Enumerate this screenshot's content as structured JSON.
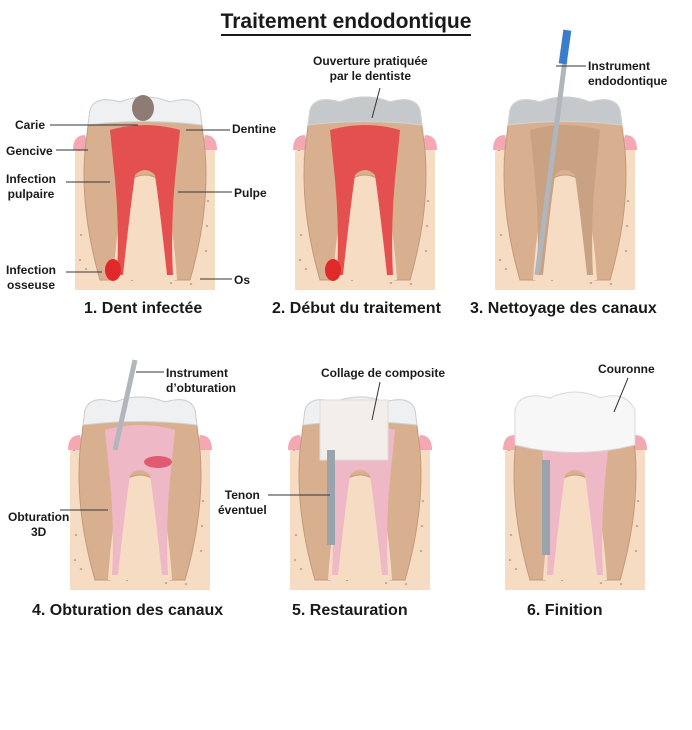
{
  "title": "Traitement endodontique",
  "steps": [
    {
      "caption": "1. Dent infectée"
    },
    {
      "caption": "2. Début du traitement"
    },
    {
      "caption": "3. Nettoyage des canaux"
    },
    {
      "caption": "4. Obturation des canaux"
    },
    {
      "caption": "5. Restauration"
    },
    {
      "caption": "6. Finition"
    }
  ],
  "labels": {
    "carie": "Carie",
    "gencive": "Gencive",
    "infection_pulpaire": [
      "Infection",
      "pulpaire"
    ],
    "infection_osseuse": [
      "Infection",
      "osseuse"
    ],
    "dentine": "Dentine",
    "pulpe": "Pulpe",
    "os": "Os",
    "ouverture": [
      "Ouverture pratiquée",
      "par le dentiste"
    ],
    "instrument_endo": [
      "Instrument",
      "endodontique"
    ],
    "instrument_obt": [
      "Instrument",
      "d’obturation"
    ],
    "obturation_3d": [
      "Obturation",
      "3D"
    ],
    "collage": "Collage de composite",
    "tenon": [
      "Tenon",
      "éventuel"
    ],
    "couronne": "Couronne"
  },
  "colors": {
    "bone": "#f7dcc4",
    "gum": "#f4a8b3",
    "enamel": "#eef0f2",
    "dentin": "#d9b08f",
    "pulp": "#e45050",
    "filling": "#efb8c6",
    "metal": "#9aa4ad"
  }
}
